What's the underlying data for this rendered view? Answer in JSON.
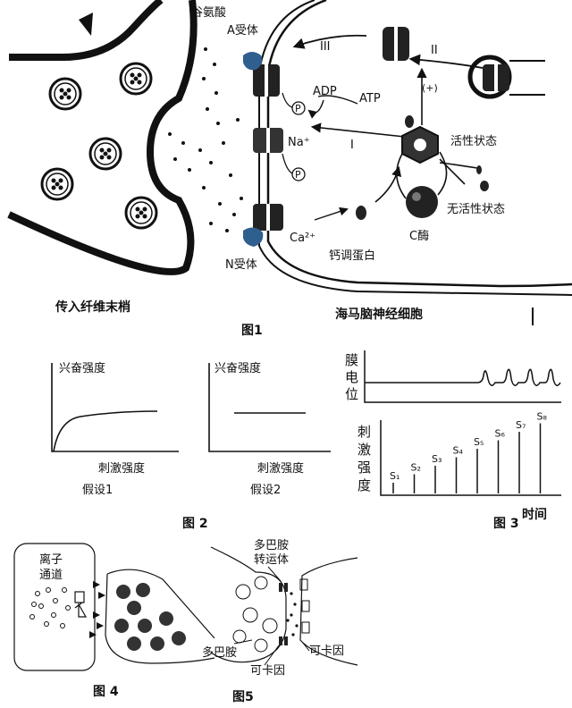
{
  "fig1": {
    "caption": "图1",
    "glutamate": "谷氨酸",
    "a_receptor": "A受体",
    "n_receptor": "N受体",
    "adp": "ADP",
    "atp": "ATP",
    "roman_1": "I",
    "roman_2": "II",
    "roman_3": "III",
    "plus": "(+)",
    "p": "P",
    "na": "Na⁺",
    "ca": "Ca²⁺",
    "active_state": "活性状态",
    "inactive_state": "无活性状态",
    "enzyme_c": "C酶",
    "calmodulin": "钙调蛋白",
    "afferent_terminal": "传入纤维末梢",
    "hippocampal_neuron": "海马脑神经细胞"
  },
  "fig2": {
    "caption": "图 2",
    "h1": {
      "ylabel": "兴奋强度",
      "xlabel": "刺激强度",
      "name": "假设1"
    },
    "h2": {
      "ylabel": "兴奋强度",
      "xlabel": "刺激强度",
      "name": "假设2"
    }
  },
  "fig3": {
    "caption": "图 3",
    "time": "时间",
    "top_ylabel": [
      "膜",
      "电",
      "位"
    ],
    "bottom_ylabel": [
      "刺",
      "激",
      "强",
      "度"
    ],
    "stimuli": [
      "S₁",
      "S₂",
      "S₃",
      "S₄",
      "S₅",
      "S₆",
      "S₇",
      "S₈"
    ]
  },
  "fig4": {
    "caption": "图 4",
    "ion_channel": [
      "离子",
      "通道"
    ]
  },
  "fig5": {
    "caption": "图5",
    "dopamine_transporter": [
      "多巴胺",
      "转运体"
    ],
    "dopamine": "多巴胺",
    "cocaine_left": "可卡因",
    "cocaine_right": "可卡因"
  },
  "colors": {
    "ink": "#111111",
    "receptor": "#2f5f8f",
    "paper": "#ffffff"
  }
}
